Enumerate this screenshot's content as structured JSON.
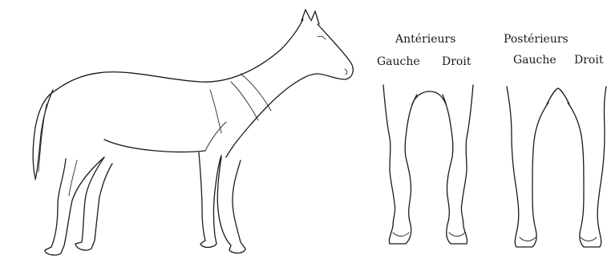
{
  "labels": {
    "anterieurs": "Antérieurs",
    "posterieurs": "Postérieurs",
    "front_left": "Gauche",
    "front_right": "Droit",
    "hind_left": "Gauche",
    "hind_right": "Droit"
  }
}
